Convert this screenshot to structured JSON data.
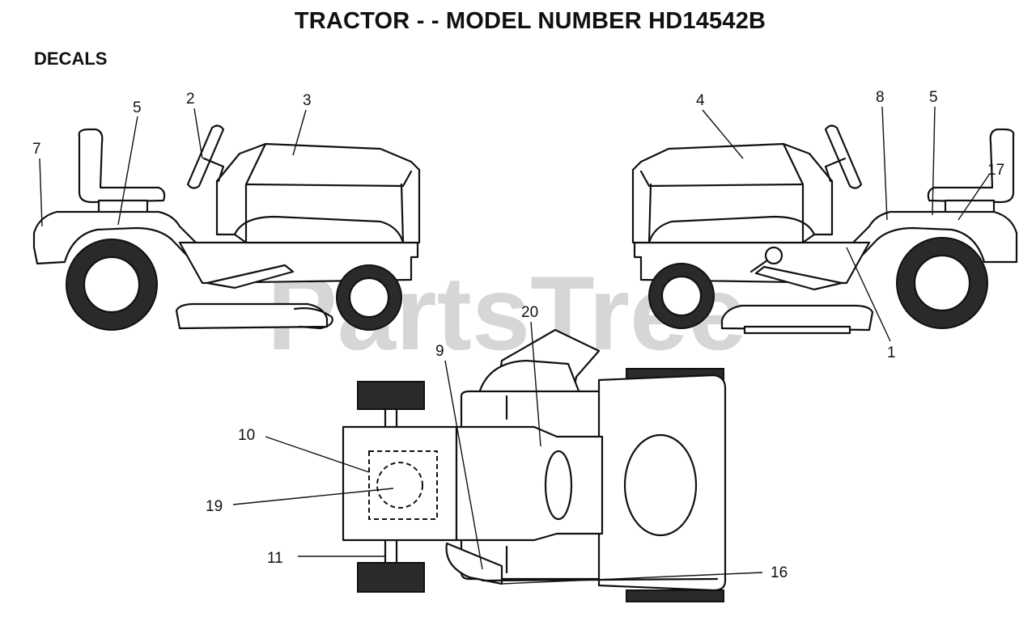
{
  "title": "TRACTOR - - MODEL NUMBER HD14542B",
  "section": "DECALS",
  "watermark": "PartsTree",
  "callouts": {
    "left_7": "7",
    "left_5": "5",
    "left_2": "2",
    "left_3": "3",
    "right_4": "4",
    "right_8": "8",
    "right_5": "5",
    "right_17": "17",
    "right_1": "1",
    "top_20": "20",
    "top_9": "9",
    "top_10": "10",
    "top_19": "19",
    "top_11": "11",
    "top_16": "16"
  }
}
